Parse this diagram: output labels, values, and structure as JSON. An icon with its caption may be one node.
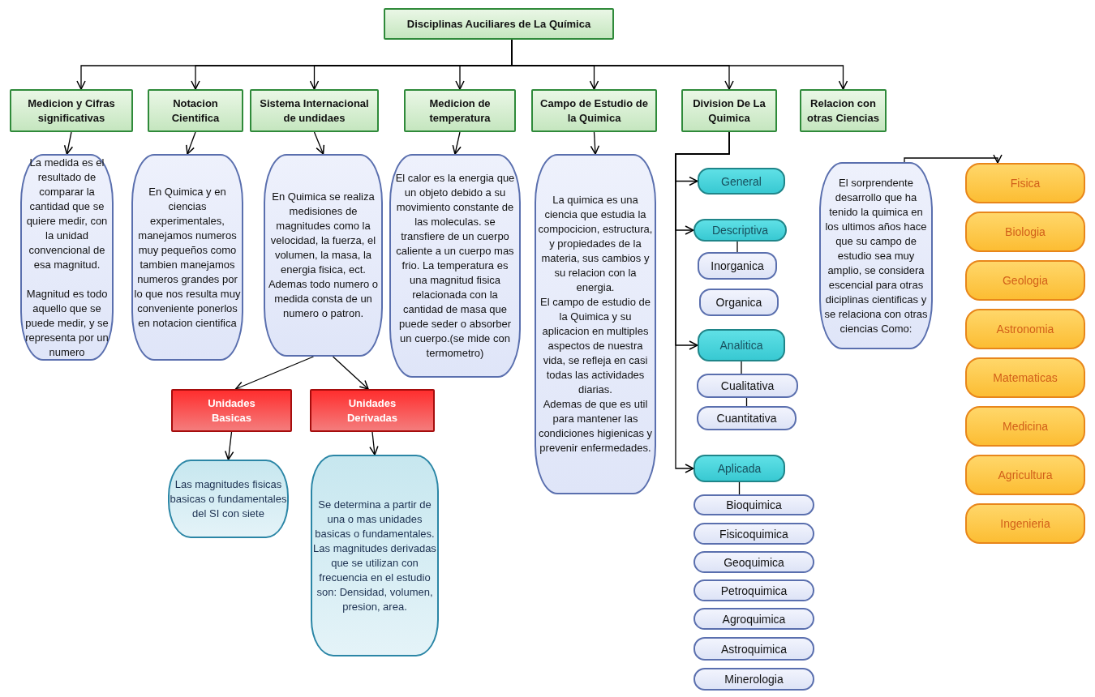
{
  "diagram": {
    "nodes": [
      {
        "text": [
          "Disciplinas Auciliares de La Química"
        ]
      },
      {
        "text": [
          "Medicion y Cifras significativas"
        ]
      },
      {
        "text": [
          "Notacion Cientifica"
        ]
      },
      {
        "text": [
          "Sistema Internacional de undidaes"
        ]
      },
      {
        "text": [
          "Medicion de temperatura"
        ]
      },
      {
        "text": [
          "Campo de Estudio de la Quimica"
        ]
      },
      {
        "text": [
          "Division De La Quimica"
        ]
      },
      {
        "text": [
          "Relacion con otras Ciencias"
        ]
      },
      {
        "text": [
          "La medida es el resultado de comparar la cantidad que se quiere medir, con la unidad convencional de esa magnitud.",
          "Magnitud es todo aquello que se puede medir, y se representa por un numero"
        ]
      },
      {
        "text": [
          "En Quimica y en ciencias experimentales, manejamos numeros muy pequeños como tambien manejamos numeros grandes por lo que nos resulta muy conveniente ponerlos en notacion cientifica"
        ]
      },
      {
        "text": [
          "En Quimica se realiza medisiones de magnitudes como la velocidad, la fuerza, el volumen, la masa, la energia fisica, ect. Ademas todo numero o medida consta de un numero o patron."
        ]
      },
      {
        "text": [
          "El calor es la energia que un objeto debido a su movimiento constante de las moleculas. se transfiere de un cuerpo caliente a un cuerpo mas frio. La temperatura es una magnitud fisica relacionada con la cantidad de masa que puede seder o absorber un cuerpo.(se mide con termometro)"
        ]
      },
      {
        "text": [
          "La quimica es una ciencia que estudia la compocicion, estructura, y propiedades de la materia, sus cambios y su relacion con la energia.",
          "El campo de estudio de la Quimica y su aplicacion en multiples aspectos de nuestra vida, se refleja en casi todas las actividades diarias.",
          "Ademas de que es util para mantener las condiciones higienicas y prevenir enfermedades."
        ]
      },
      {
        "text": [
          "Unidades Basicas"
        ]
      },
      {
        "text": [
          "Unidades Derivadas"
        ]
      },
      {
        "text": [
          "Las magnitudes fisicas basicas o fundamentales del SI con siete"
        ]
      },
      {
        "text": [
          "Se determina a partir de una o mas unidades basicas o fundamentales. Las magnitudes derivadas que se utilizan con frecuencia en el estudio son: Densidad, volumen, presion, area."
        ]
      },
      {
        "text": [
          "General"
        ]
      },
      {
        "text": [
          "Descriptiva"
        ]
      },
      {
        "text": [
          "Inorganica"
        ]
      },
      {
        "text": [
          "Organica"
        ]
      },
      {
        "text": [
          "Analitica"
        ]
      },
      {
        "text": [
          "Cualitativa"
        ]
      },
      {
        "text": [
          "Cuantitativa"
        ]
      },
      {
        "text": [
          "Aplicada"
        ]
      },
      {
        "text": [
          "Bioquimica"
        ]
      },
      {
        "text": [
          "Fisicoquimica"
        ]
      },
      {
        "text": [
          "Geoquimica"
        ]
      },
      {
        "text": [
          "Petroquimica"
        ]
      },
      {
        "text": [
          "Agroquimica"
        ]
      },
      {
        "text": [
          "Astroquimica"
        ]
      },
      {
        "text": [
          "Minerologia"
        ]
      },
      {
        "text": [
          "El sorprendente desarrollo que ha tenido la quimica en los ultimos años hace que su campo de estudio sea muy amplio, se considera escencial para otras diciplinas cientificas y se relaciona con otras ciencias Como:"
        ]
      },
      {
        "text": [
          "Fisica"
        ]
      },
      {
        "text": [
          "Biologia"
        ]
      },
      {
        "text": [
          "Geologia"
        ]
      },
      {
        "text": [
          "Astronomia"
        ]
      },
      {
        "text": [
          "Matematicas"
        ]
      },
      {
        "text": [
          "Medicina"
        ]
      },
      {
        "text": [
          "Agricultura"
        ]
      },
      {
        "text": [
          "Ingenieria"
        ]
      }
    ],
    "edges": [
      {
        "from": 0,
        "to": 1,
        "arrow": "to"
      },
      {
        "from": 0,
        "to": 2,
        "arrow": "to"
      },
      {
        "from": 0,
        "to": 3,
        "arrow": "to"
      },
      {
        "from": 0,
        "to": 4,
        "arrow": "to"
      },
      {
        "from": 0,
        "to": 5,
        "arrow": "to"
      },
      {
        "from": 0,
        "to": 6,
        "arrow": "to"
      },
      {
        "from": 0,
        "to": 7,
        "arrow": "to"
      },
      {
        "from": 1,
        "to": 8,
        "arrow": "to"
      },
      {
        "from": 2,
        "to": 9,
        "arrow": "to"
      },
      {
        "from": 3,
        "to": 10,
        "arrow": "to"
      },
      {
        "from": 4,
        "to": 11,
        "arrow": "to"
      },
      {
        "from": 5,
        "to": 12,
        "arrow": "to"
      },
      {
        "from": 10,
        "to": 13,
        "arrow": "to"
      },
      {
        "from": 10,
        "to": 14,
        "arrow": "to"
      },
      {
        "from": 13,
        "to": 15,
        "arrow": "to"
      },
      {
        "from": 14,
        "to": 16,
        "arrow": "to"
      },
      {
        "from": 6,
        "to": 17,
        "arrow": "to"
      },
      {
        "from": 6,
        "to": 18,
        "arrow": "to"
      },
      {
        "from": 6,
        "to": 21,
        "arrow": "to"
      },
      {
        "from": 6,
        "to": 24,
        "arrow": "to"
      },
      {
        "from": 18,
        "to": 19,
        "arrow": "none"
      },
      {
        "from": 21,
        "to": 22,
        "arrow": "none"
      },
      {
        "from": 22,
        "to": 23,
        "arrow": "none"
      },
      {
        "from": 24,
        "to": 25,
        "arrow": "none"
      },
      {
        "from": 32,
        "to": 33,
        "arrow": "to"
      }
    ]
  }
}
